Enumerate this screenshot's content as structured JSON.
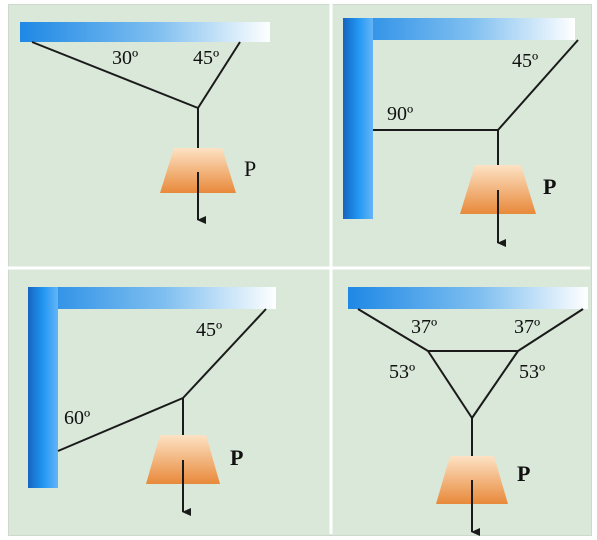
{
  "colors": {
    "background": "#d9e8d8",
    "beam_start": "#1e88e5",
    "beam_end": "#ffffff",
    "weight_top": "#fcd9b5",
    "weight_bottom": "#e8893a",
    "rope": "#1a1a1a"
  },
  "panels": [
    {
      "angles": [
        "30º",
        "45º"
      ],
      "weight_label": "P"
    },
    {
      "angles": [
        "45º",
        "90º"
      ],
      "weight_label": "P"
    },
    {
      "angles": [
        "45º",
        "60º"
      ],
      "weight_label": "P"
    },
    {
      "angles": [
        "37º",
        "37º",
        "53º",
        "53º"
      ],
      "weight_label": "P"
    }
  ]
}
